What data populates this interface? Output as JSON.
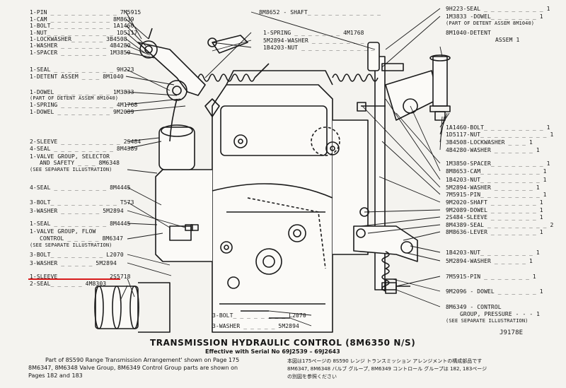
{
  "left_labels": [
    {
      "id": "pin",
      "text": "1-PIN _ _ _ _ _ _ _ _ _ _ 7M5915"
    },
    {
      "id": "cam",
      "text": "1-CAM _ _ _ _ _ _ _ _ _ 8M8639"
    },
    {
      "id": "bolt1",
      "text": "1-BOLT_ _ _ _ _ _ _ _ _ 1A1460"
    },
    {
      "id": "nut1",
      "text": "1-NUT_ _ _ _ _ _ _ _ _ _ 1D5117"
    },
    {
      "id": "lockwasher",
      "text": "1-LOCKWASHER_ _ _ _ _ 3B4508"
    },
    {
      "id": "washer1",
      "text": "1-WASHER _ _ _ _ _ _ _ 4B4280"
    },
    {
      "id": "spacer",
      "text": "1-SPACER _ _ _ _ _ _ _ 1M3850"
    },
    {
      "id": "seal1",
      "text": "1-SEAL _ _ _ _ _ _ _ _ _ 9H223"
    },
    {
      "id": "detent",
      "text": "1-DETENT ASSEM _ _ _ 8M1040"
    },
    {
      "id": "dowel1",
      "text": "1-DOWEL _ _ _ _ _ _ _ _ 1M3833"
    },
    {
      "id": "dowel1_note",
      "text": "(PART OF DETENT ASSEM 8M1040)"
    },
    {
      "id": "spring1",
      "text": "1-SPRING _ _ _ _ _ _ _ _ 4M1768"
    },
    {
      "id": "dowel2",
      "text": "1-DOWEL _ _ _ _ _ _ _ _ 9M2089"
    },
    {
      "id": "sleeve2",
      "text": "2-SLEEVE _ _ _ _ _ _ _ _ _ 2S484"
    },
    {
      "id": "seal4a",
      "text": "4-SEAL _ _ _ _ _ _ _ _ _ 8M4389"
    },
    {
      "id": "valve_sel1",
      "text": "1-VALVE GROUP, SELECTOR"
    },
    {
      "id": "valve_sel2",
      "text": "AND SAFETY _ _ _ 8M6348"
    },
    {
      "id": "valve_sel3",
      "text": "(SEE SEPARATE ILLUSTRATION)"
    },
    {
      "id": "seal4b",
      "text": "4-SEAL _ _ _ _ _ _ _ _ 8M4445"
    },
    {
      "id": "bolt3",
      "text": "3-BOLT_ _ _ _ _ _ _ _ _ _ T573"
    },
    {
      "id": "washer3",
      "text": "3-WASHER _ _ _ _ _ _ 5M2894"
    },
    {
      "id": "seal1b",
      "text": "1-SEAL _ _ _ _ _ _ _ _ 8M4445"
    },
    {
      "id": "valve_flow1",
      "text": "1-VALVE GROUP, FLOW"
    },
    {
      "id": "valve_flow2",
      "text": "CONTROL _ _ _ _ _ 8M6347"
    },
    {
      "id": "valve_flow3",
      "text": "(SEE SEPARATE ILLUSTRATION)"
    },
    {
      "id": "bolt3b",
      "text": "3-BOLT_ _ _ _ _ _ _ _ L2070"
    },
    {
      "id": "washer3b",
      "text": "3-WASHER _ _ _ _ _ 5M2894"
    },
    {
      "id": "sleeve1",
      "text": "1-SLEEVE _ _ _ _ _ _ _ 2S5718"
    },
    {
      "id": "seal2",
      "text": "2-SEAL_ _ _ _ _ 4M8303"
    }
  ],
  "top_center_labels": [
    {
      "id": "shaft",
      "text": "8M8652 - SHAFT_ _ _ _ _ _ _ _ _ _ _"
    },
    {
      "id": "spring_tc",
      "text": "1-SPRING _ _ _ _ _ _ _ 4M1768"
    },
    {
      "id": "washer_tc",
      "text": "5M2894-WASHER _ _ _ _ _ _ _ _"
    },
    {
      "id": "nut_tc",
      "text": "1B4203-NUT _ _ _ _ _ _ _ _ _ _ _"
    }
  ],
  "right_labels": [
    {
      "id": "r_seal",
      "text": "9H223-SEAL _ _ _ _ _ _ _ _ _ 1"
    },
    {
      "id": "r_dowel",
      "text": "1M3833 -DOWEL_ _ _ _ _ _ _ 1"
    },
    {
      "id": "r_dowel_note",
      "text": "(PART OF DETENT ASSEM 8M1040)"
    },
    {
      "id": "r_detent1",
      "text": "8M1040-DETENT"
    },
    {
      "id": "r_detent2",
      "text": "ASSEM 1"
    },
    {
      "id": "r_bolt",
      "text": "1A1460-BOLT_ _ _ _ _ _ _ _ _ 1"
    },
    {
      "id": "r_nut",
      "text": "1D5117-NUT_ _ _ _ _ _ _ _ _ _ 1"
    },
    {
      "id": "r_lockwasher",
      "text": "3B4508-LOCKWASHER _ _ _ 1"
    },
    {
      "id": "r_washer",
      "text": "4B4280-WASHER _ _ _ _ _ _ 1"
    },
    {
      "id": "r_spacer",
      "text": "1M3850-SPACER_ _ _ _ _ _ _ _ 1"
    },
    {
      "id": "r_cam",
      "text": "8M8653-CAM_ _ _ _ _ _ _ _ _ 1"
    },
    {
      "id": "r_nut2",
      "text": "1B4203-NUT_ _ _ _ _ _ _ _ _ 1"
    },
    {
      "id": "r_washer2",
      "text": "5M2894-WASHER _ _ _ _ _ _ 1"
    },
    {
      "id": "r_pin",
      "text": "7M5915-PIN_ _ _ _ _ _ _ _ _ 1"
    },
    {
      "id": "r_shaft",
      "text": "9M2020-SHAFT _ _ _ _ _ _ _ 1"
    },
    {
      "id": "r_dowel2",
      "text": "9M2089-DOWEL _ _ _ _ _ _ _ 1"
    },
    {
      "id": "r_sleeve",
      "text": "2S484-SLEEVE _ _ _ _ _ _ _ 1"
    },
    {
      "id": "r_seal2",
      "text": "8M4389-SEAL _ _ _ _ _ _ _ _ _ 2"
    },
    {
      "id": "r_lever",
      "text": "8M8636-LEVER _ _ _ _ _ _ _ 1"
    },
    {
      "id": "r_nut3",
      "text": "1B4203-NUT_ _ _ _ _ _ _ _ 1"
    },
    {
      "id": "r_washer3",
      "text": "5M2894-WASHER _ _ _ _ _ 1"
    },
    {
      "id": "r_pin2",
      "text": "7M5915-PIN _ _ _ _ _ _ _ 1"
    },
    {
      "id": "r_dowel3",
      "text": "9M2096 - DOWEL _ _ _ _ _ _ 1"
    },
    {
      "id": "r_control1",
      "text": "8M6349 - CONTROL"
    },
    {
      "id": "r_control2",
      "text": "GROUP, PRESSURE - - - 1"
    },
    {
      "id": "r_control3",
      "text": "(SEE SEPARATE ILLUSTRATION)"
    }
  ],
  "bottom_center_labels": [
    {
      "id": "b_bolt",
      "text": "3-BOLT_ _ _ _ _ _ _ _ L2070"
    },
    {
      "id": "b_washer",
      "text": "3-WASHER _ _ _ _ _ 5M2894"
    }
  ],
  "figure_id": "J9178E",
  "caption": {
    "title": "TRANSMISSION HYDRAULIC CONTROL (8M6350 N/S)",
    "effective": "Effective with Serial No 69J2539 – 69J2643",
    "note_line1": "Part of 8S590 Range Transmission Arrangement' shown on Page 175",
    "note_line2": "8M6347, 8M6348 Valve Group, 8M6349 Control Group parts are shown on",
    "note_line3": "Pages 182 and 183",
    "jp_line1": "本図は175ページの 8S590 レンジ トランスミッション アレンジメントの構成部品です",
    "jp_line2": "8M6347, 8M6348 バルブ グループ, 8M6349 コントロール グループは 182, 183ページ",
    "jp_line3": "の別図を参照ください"
  },
  "colors": {
    "paper": "#f4f3ef",
    "ink": "#151515",
    "highlight": "#d81c1c"
  }
}
